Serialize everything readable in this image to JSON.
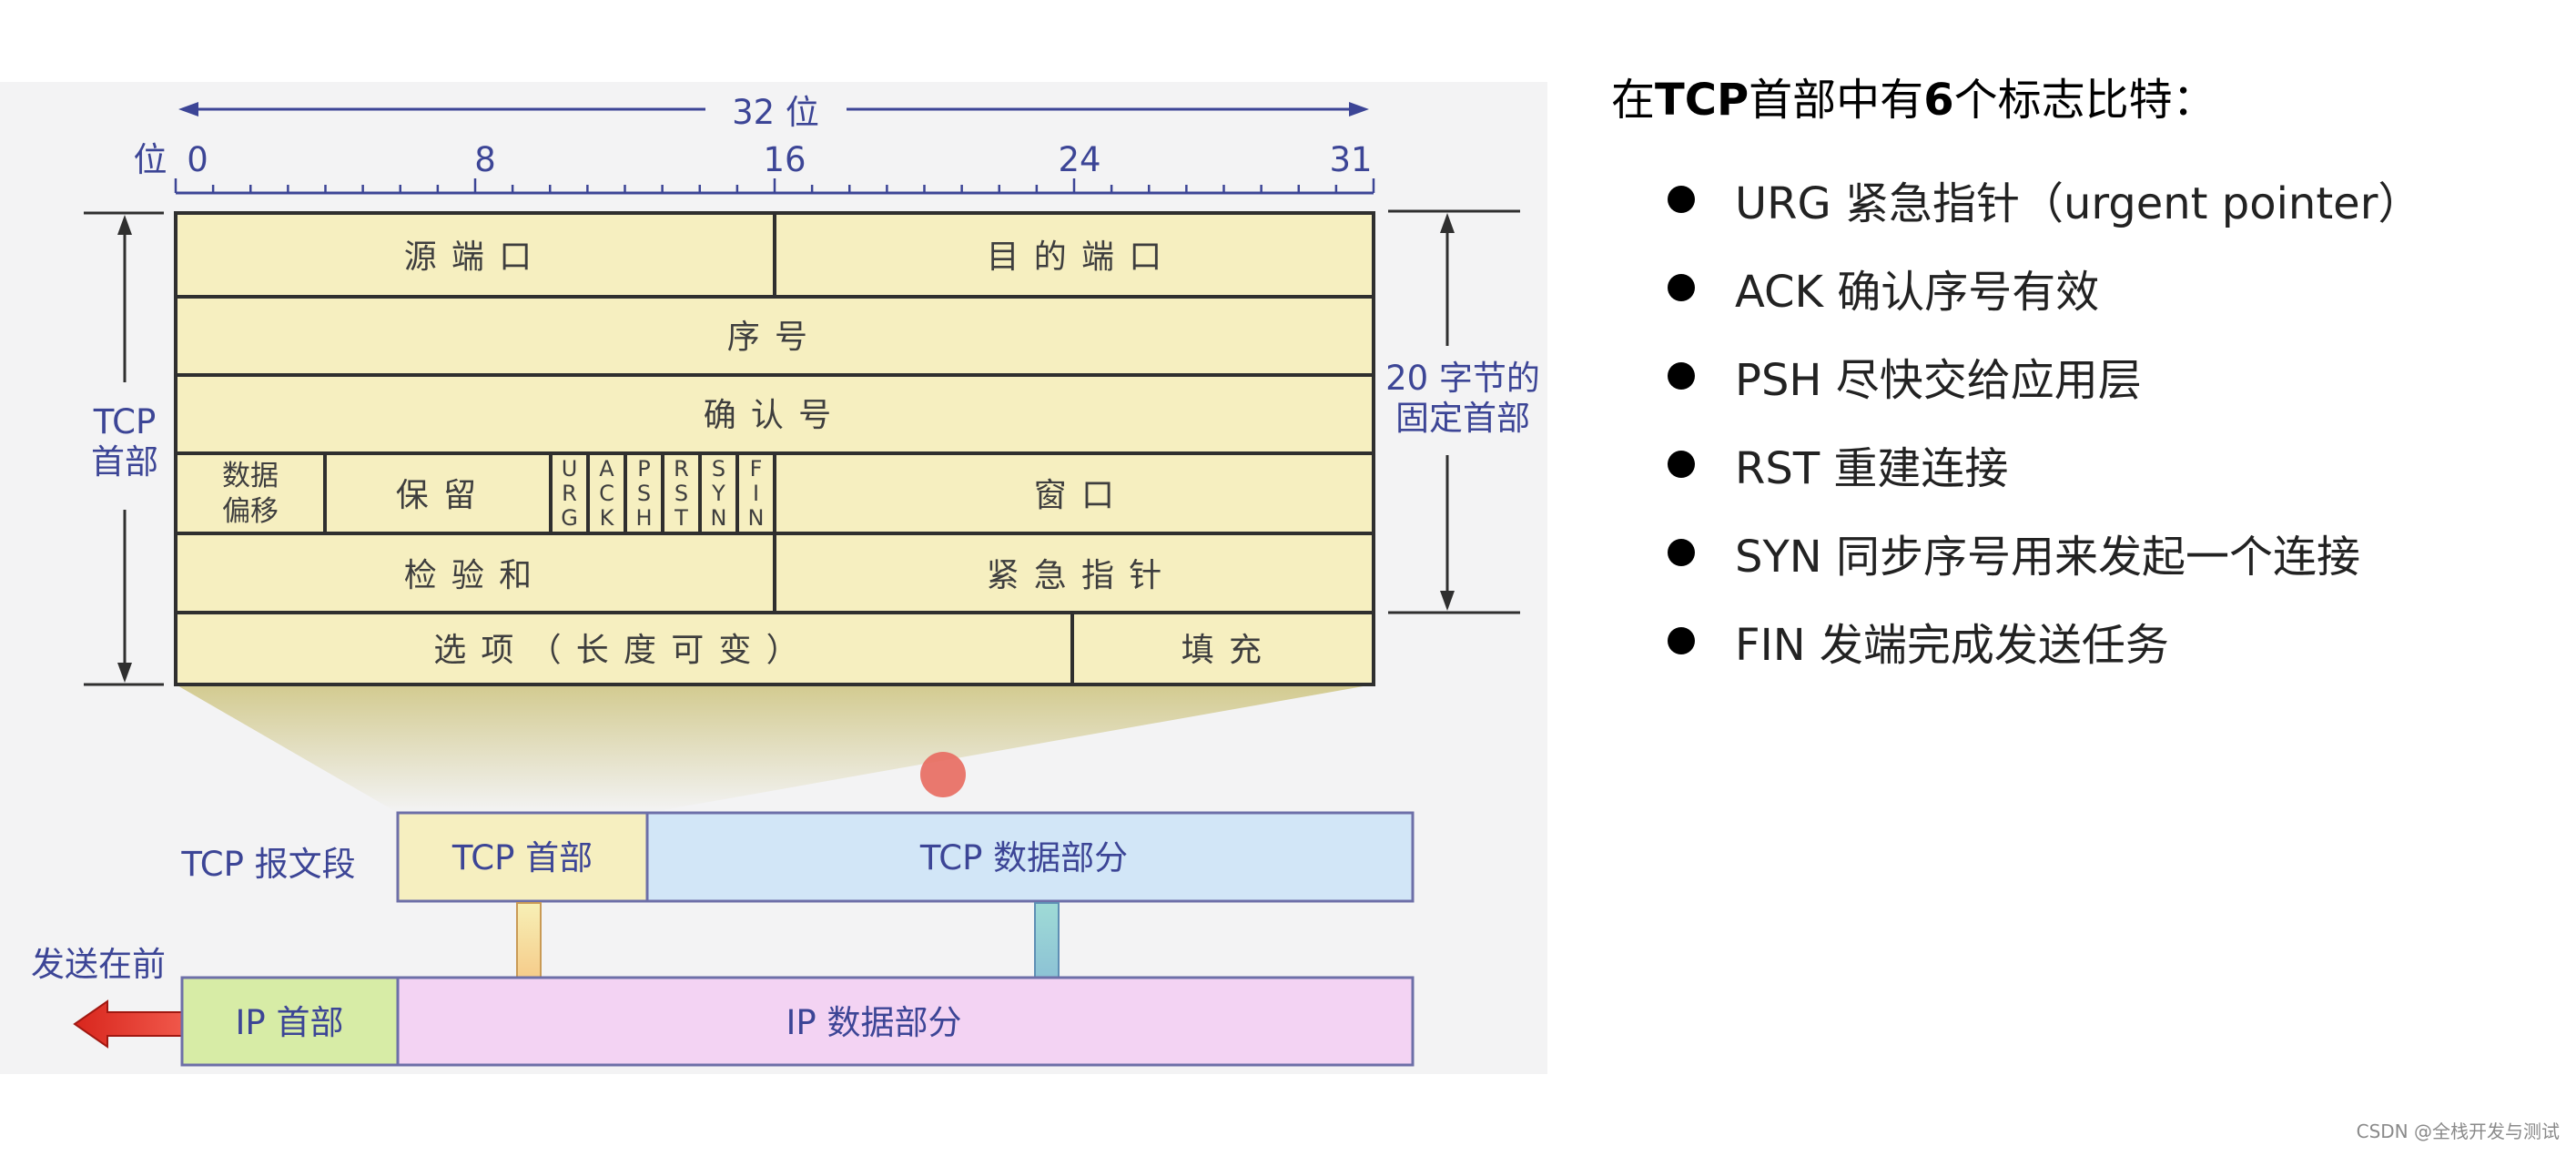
{
  "diagram": {
    "ruler": {
      "width_label": "32 位",
      "bit_label": "位",
      "ticks": [
        "0",
        "8",
        "16",
        "24",
        "31"
      ]
    },
    "header": {
      "left_label_line1": "TCP",
      "left_label_line2": "首部",
      "right_label_line1": "20 字节的",
      "right_label_line2": "固定首部",
      "rows": {
        "src_port": "源端口",
        "dst_port": "目的端口",
        "seq_num": "序号",
        "ack_num": "确认号",
        "data_offset_line1": "数据",
        "data_offset_line2": "偏移",
        "reserved": "保留",
        "flags": [
          [
            "U",
            "R",
            "G"
          ],
          [
            "A",
            "C",
            "K"
          ],
          [
            "P",
            "S",
            "H"
          ],
          [
            "R",
            "S",
            "T"
          ],
          [
            "S",
            "Y",
            "N"
          ],
          [
            "F",
            "I",
            "N"
          ]
        ],
        "window": "窗口",
        "checksum": "检验和",
        "urgent_ptr": "紧急指针",
        "options": "选项（长度可变）",
        "padding": "填充"
      }
    },
    "segment": {
      "row_label": "TCP 报文段",
      "tcp_header": "TCP 首部",
      "tcp_data": "TCP 数据部分"
    },
    "ip": {
      "send_first": "发送在前",
      "ip_header": "IP 首部",
      "ip_data": "IP 数据部分"
    },
    "colors": {
      "header_fill": "#f6efc0",
      "tcp_data_fill": "#d2e6f7",
      "ip_header_fill": "#d7eca6",
      "ip_data_fill": "#f3d3f3",
      "label_blue": "#3c4596",
      "arrow_red": "#e5372c",
      "pointer_dot": "#e86a5f"
    }
  },
  "flags_panel": {
    "title_pre": "在",
    "title_tcp": "TCP",
    "title_mid": "首部中有",
    "title_num": "6",
    "title_post": "个标志比特：",
    "items": [
      "URG 紧急指针（urgent pointer）",
      "ACK 确认序号有效",
      "PSH 尽快交给应用层",
      "RST 重建连接",
      "SYN 同步序号用来发起一个连接",
      "FIN 发端完成发送任务"
    ]
  },
  "watermark": "CSDN @全栈开发与测试"
}
